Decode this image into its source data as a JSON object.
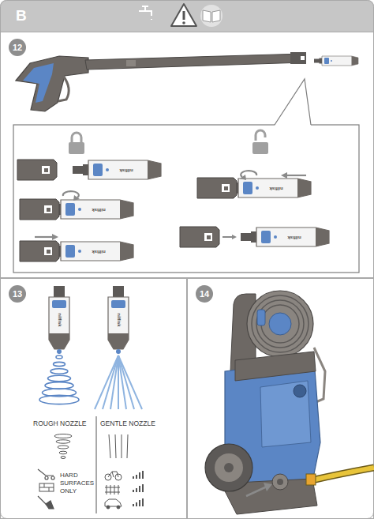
{
  "diagram": {
    "nodes": [
      {
        "text": [
          "B"
        ]
      },
      {
        "text": [
          "12"
        ]
      },
      {
        "text": [
          "13"
        ]
      },
      {
        "text": [
          "14"
        ]
      }
    ],
    "labels": [
      "ROUGH NOZZLE",
      "GENTLE NOZZLE",
      "HARD SURFACES ONLY",
      "nilfisk",
      "nilfisk",
      "nilfisk",
      "nilfisk",
      "nilfisk",
      "nilfisk",
      "nilfisk"
    ]
  }
}
